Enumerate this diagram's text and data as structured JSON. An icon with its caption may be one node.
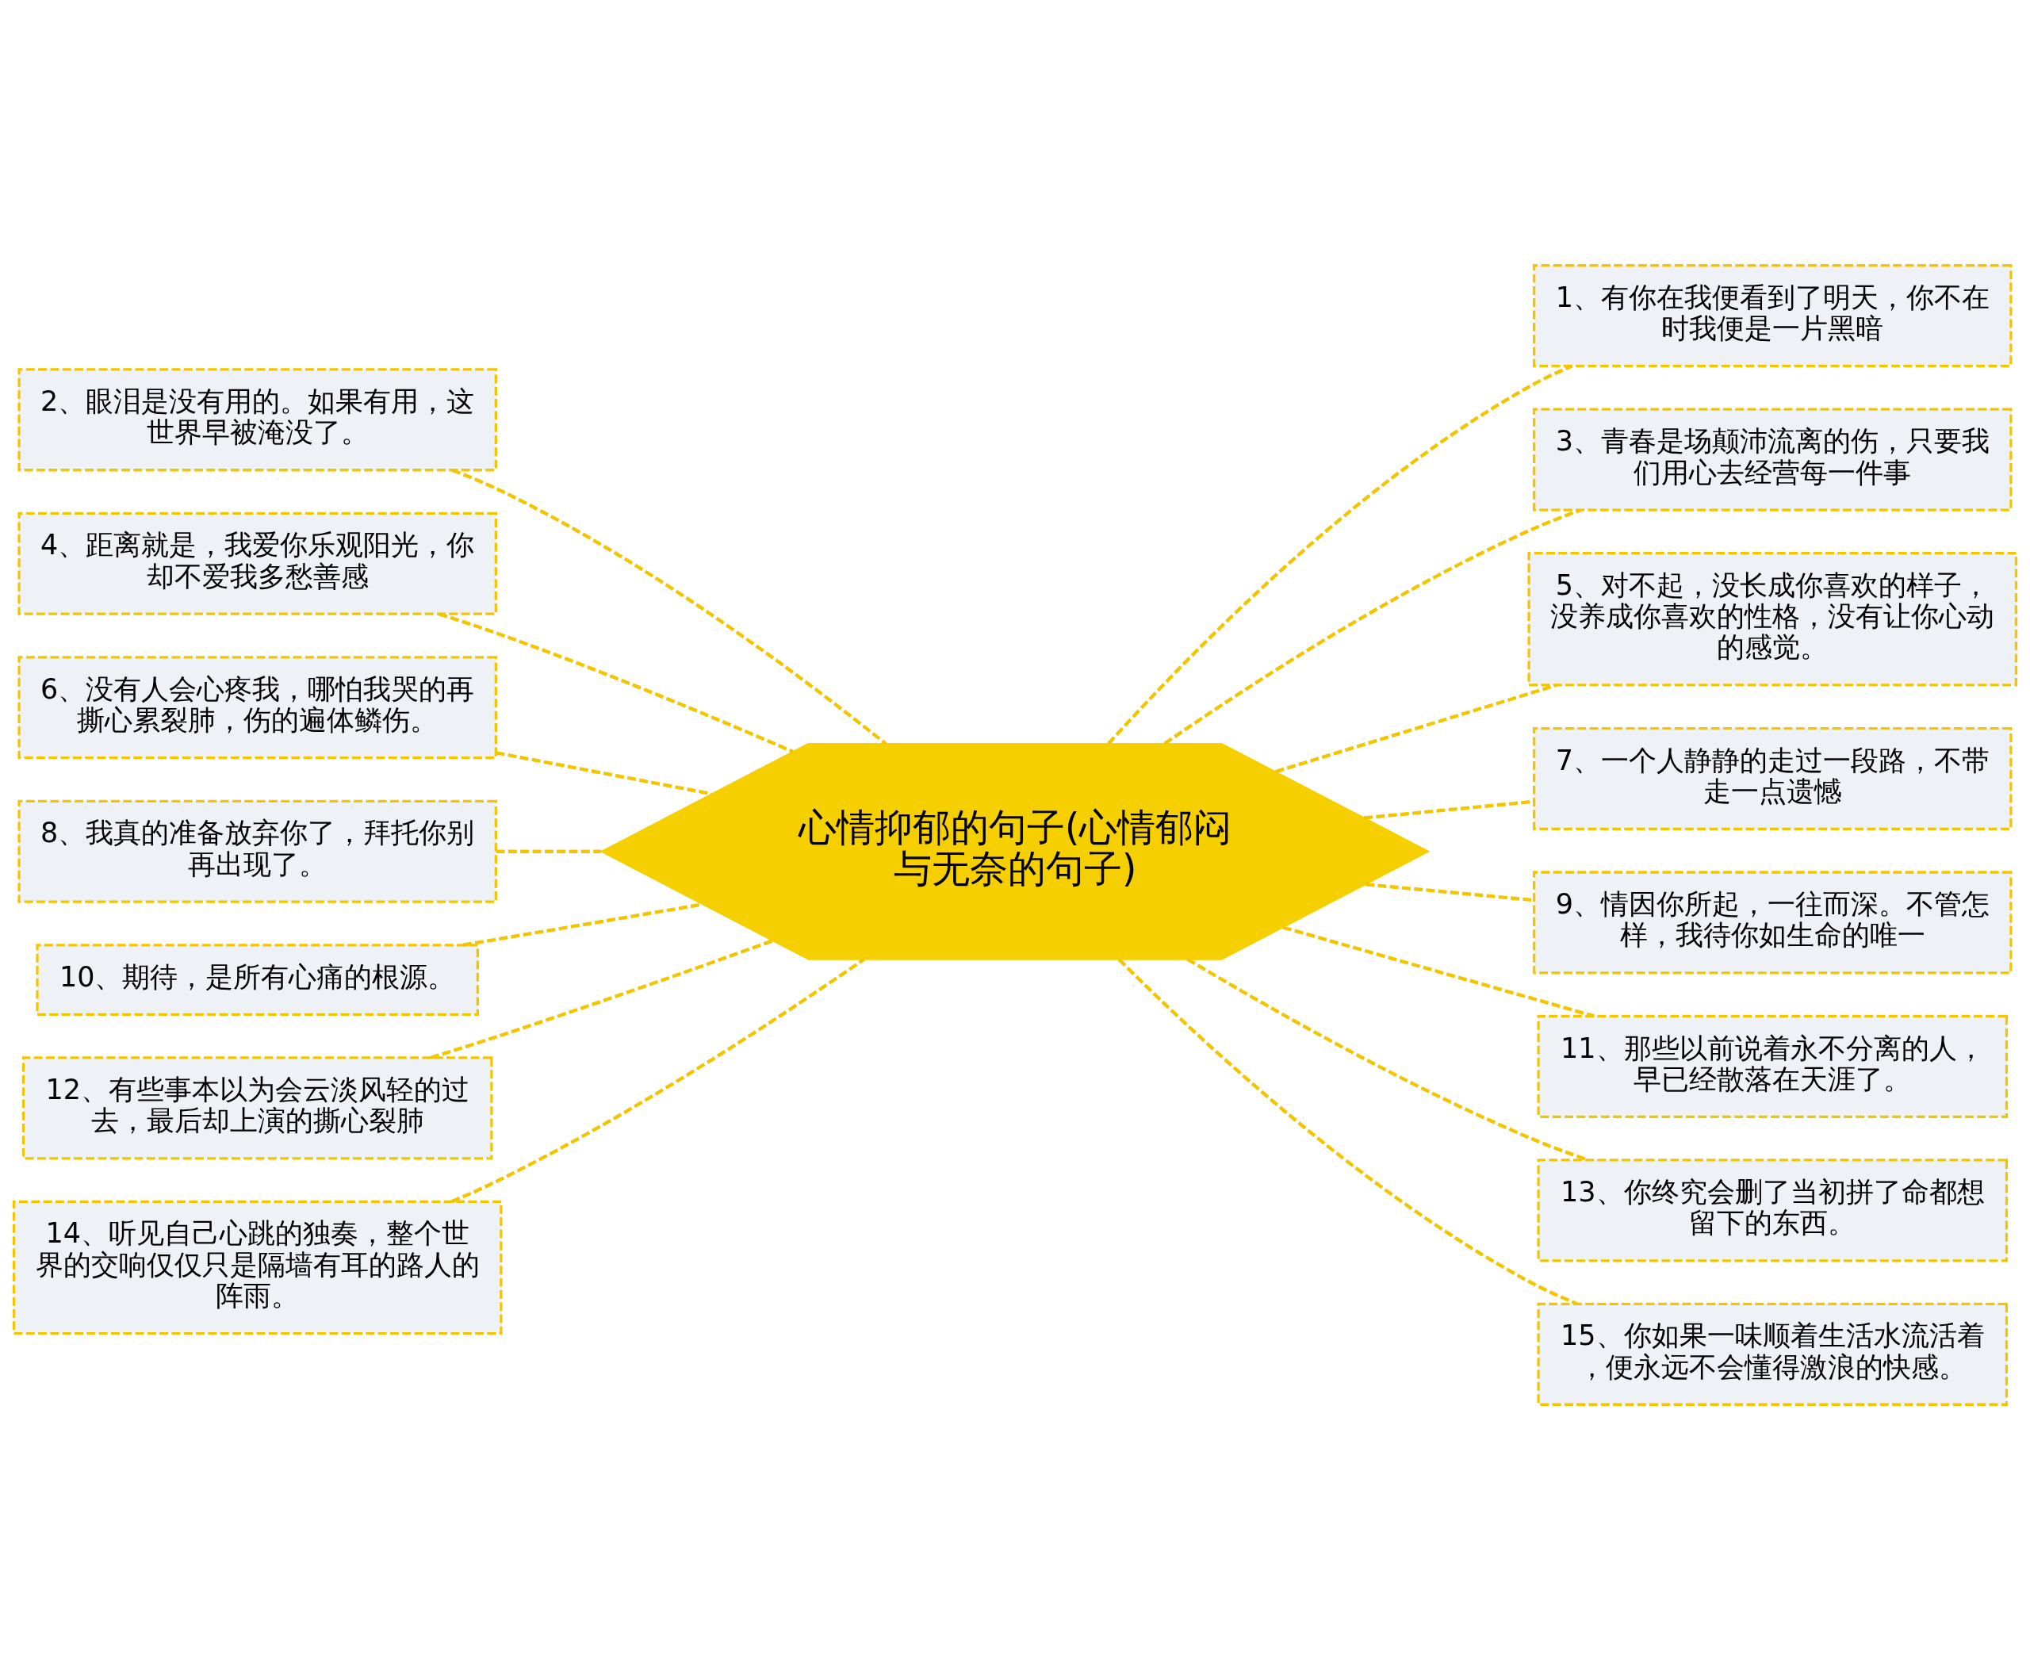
{
  "diagram": {
    "nodes": [
      {
        "text": [
          "心情抑郁的句子(心情郁闷与无奈的句子)"
        ]
      },
      {
        "text": [
          "1、有你在我便看到了明天，你不在时我便是一片黑暗"
        ]
      },
      {
        "text": [
          "2、眼泪是没有用的。如果有用，这世界早被淹没了。"
        ]
      },
      {
        "text": [
          "3、青春是场颠沛流离的伤，只要我们用心去经营每一件事"
        ]
      },
      {
        "text": [
          "4、距离就是，我爱你乐观阳光，你却不爱我多愁善感"
        ]
      },
      {
        "text": [
          "5、对不起，没长成你喜欢的样子，没养成你喜欢的性格，没有让你心动的感觉。"
        ]
      },
      {
        "text": [
          "6、没有人会心疼我，哪怕我哭的再撕心累裂肺，伤的遍体鳞伤。"
        ]
      },
      {
        "text": [
          "7、一个人静静的走过一段路，不带走一点遗憾"
        ]
      },
      {
        "text": [
          "8、我真的准备放弃你了，拜托你别再出现了。"
        ]
      },
      {
        "text": [
          "9、情因你所起，一往而深。不管怎样，我待你如生命的唯一"
        ]
      },
      {
        "text": [
          "10、期待，是所有心痛的根源。"
        ]
      },
      {
        "text": [
          "11、那些以前说着永不分离的人，早已经散落在天涯了。"
        ]
      },
      {
        "text": [
          "12、有些事本以为会云淡风轻的过去，最后却上演的撕心裂肺"
        ]
      },
      {
        "text": [
          "13、你终究会删了当初拼了命都想留下的东西。"
        ]
      },
      {
        "text": [
          "14、听见自己心跳的独奏，整个世界的交响仅仅只是隔墙有耳的路人的阵雨。"
        ]
      },
      {
        "text": [
          "15、你如果一味顺着生活水流活着，便永远不会懂得激浪的快感。"
        ]
      }
    ],
    "edges": [
      {
        "from": 0,
        "to": 1,
        "arrow": "none",
        "style": "dashed"
      },
      {
        "from": 0,
        "to": 2,
        "arrow": "none",
        "style": "dashed"
      },
      {
        "from": 0,
        "to": 3,
        "arrow": "none",
        "style": "dashed"
      },
      {
        "from": 0,
        "to": 4,
        "arrow": "none",
        "style": "dashed"
      },
      {
        "from": 0,
        "to": 5,
        "arrow": "none",
        "style": "dashed"
      },
      {
        "from": 0,
        "to": 6,
        "arrow": "none",
        "style": "dashed"
      },
      {
        "from": 0,
        "to": 7,
        "arrow": "none",
        "style": "dashed"
      },
      {
        "from": 0,
        "to": 8,
        "arrow": "none",
        "style": "dashed"
      },
      {
        "from": 0,
        "to": 9,
        "arrow": "none",
        "style": "dashed"
      },
      {
        "from": 0,
        "to": 10,
        "arrow": "none",
        "style": "dashed"
      },
      {
        "from": 0,
        "to": 11,
        "arrow": "none",
        "style": "dashed"
      },
      {
        "from": 0,
        "to": 12,
        "arrow": "none",
        "style": "dashed"
      },
      {
        "from": 0,
        "to": 13,
        "arrow": "none",
        "style": "dashed"
      },
      {
        "from": 0,
        "to": 14,
        "arrow": "none",
        "style": "dashed"
      },
      {
        "from": 0,
        "to": 15,
        "arrow": "none",
        "style": "dashed"
      }
    ]
  }
}
